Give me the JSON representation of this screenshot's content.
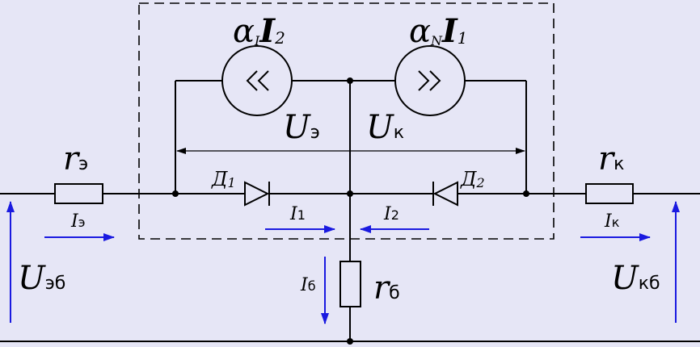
{
  "labels": {
    "src_left_coef": "α",
    "src_left_coef_sub": "I",
    "src_left_var": "I",
    "src_left_var_sub": "2",
    "src_right_coef": "α",
    "src_right_coef_sub": "N",
    "src_right_var": "I",
    "src_right_var_sub": "1",
    "u_e": "U",
    "u_e_sub": "э",
    "u_k": "U",
    "u_k_sub": "к",
    "r_e": "r",
    "r_e_sub": "э",
    "r_k": "r",
    "r_k_sub": "к",
    "r_b": "r",
    "r_b_sub": "б",
    "d1": "Д",
    "d1_sub": "1",
    "d2": "Д",
    "d2_sub": "2",
    "i_e": "I",
    "i_e_sub": "э",
    "i_1": "I",
    "i_1_sub": "1",
    "i_2": "I",
    "i_2_sub": "2",
    "i_k": "I",
    "i_k_sub": "к",
    "i_b": "I",
    "i_b_sub": "б",
    "u_eb": "U",
    "u_eb_sub": "эб",
    "u_kb": "U",
    "u_kb_sub": "кб"
  },
  "colors": {
    "background": "#e6e6f6",
    "wire": "#000000",
    "current_arrow": "#1a1ae0"
  }
}
